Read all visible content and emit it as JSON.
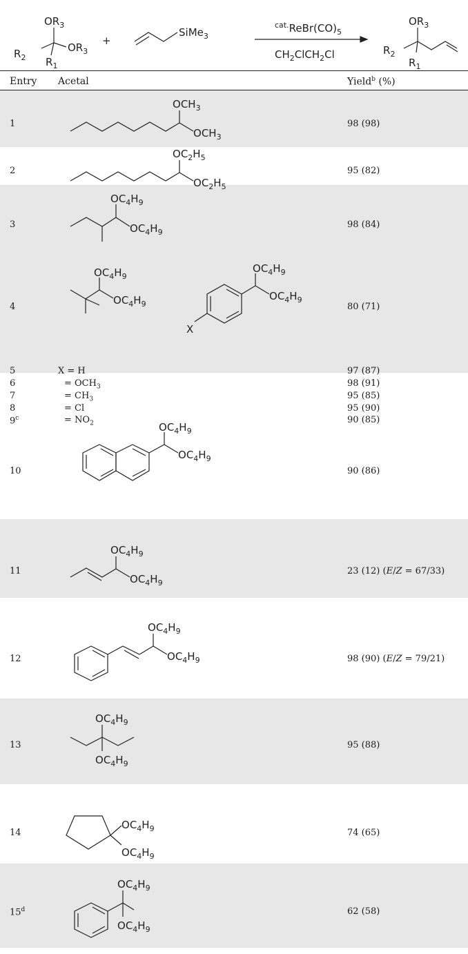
{
  "scheme": {
    "sub1": "3",
    "sub2": "2",
    "sub3": "1",
    "r_left": "R",
    "or_label": "OR",
    "plus": "+",
    "silane": "SiMe",
    "cat_prefix": "cat.",
    "catalyst": "ReBr(CO)",
    "cat_sub": "5",
    "solvent": "CH2ClCH2Cl"
  },
  "table": {
    "headers": {
      "entry": "Entry",
      "acetal": "Acetal",
      "yield": "Yield",
      "yield_sup": "b",
      "yield_unit": "(%)"
    },
    "rows": [
      {
        "entry": "1",
        "yield": "98 (98)"
      },
      {
        "entry": "2",
        "yield": "95 (82)"
      },
      {
        "entry": "3",
        "yield": "98 (84)"
      },
      {
        "entry": "4",
        "yield": "80 (71)"
      },
      {
        "entry": "5",
        "sub": "X = H",
        "yield": "97 (87)"
      },
      {
        "entry": "6",
        "sub": "= OCH3",
        "yield": "98 (91)"
      },
      {
        "entry": "7",
        "sub": "= CH3",
        "yield": "95 (85)"
      },
      {
        "entry": "8",
        "sub": "= Cl",
        "yield": "95 (90)"
      },
      {
        "entry": "9",
        "entry_sup": "c",
        "sub": "= NO2",
        "yield": "90 (85)"
      },
      {
        "entry": "10",
        "yield": "90 (86)"
      },
      {
        "entry": "11",
        "yield": "23 (12) (E/Z = 67/33)"
      },
      {
        "entry": "12",
        "yield": "98 (90) (E/Z = 79/21)"
      },
      {
        "entry": "13",
        "yield": "95 (88)"
      },
      {
        "entry": "14",
        "yield": "74 (65)"
      },
      {
        "entry": "15",
        "entry_sup": "d",
        "yield": "62 (58)"
      }
    ]
  },
  "labels": {
    "och3": "OCH3",
    "oc2h5": "OC2H5",
    "oc4h9": "OC4H9",
    "x": "X"
  }
}
